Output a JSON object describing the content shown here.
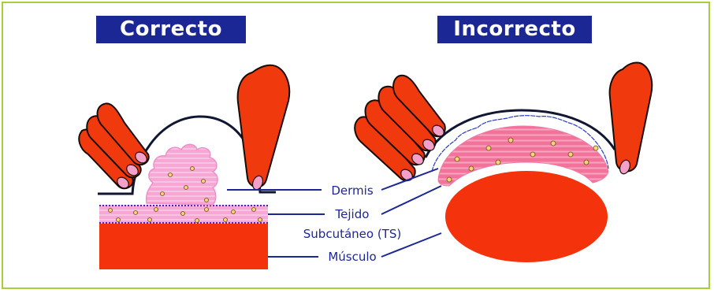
{
  "titles": {
    "correct": "Correcto",
    "incorrect": "Incorrecto"
  },
  "labels": {
    "dermis": "Dermis",
    "tejido_line1": "Tejido",
    "tejido_line2": "Subcutáneo (TS)",
    "musculo": "Músculo"
  },
  "colors": {
    "frame": "#a6cf3a",
    "title_bg": "#1c2796",
    "finger": "#f03a0e",
    "nail": "#f4a0c8",
    "skin_fold": "#f7a6d6",
    "subcutaneous": "#f7a6d6",
    "muscle": "#f4320c",
    "label_text": "#1c2796"
  }
}
